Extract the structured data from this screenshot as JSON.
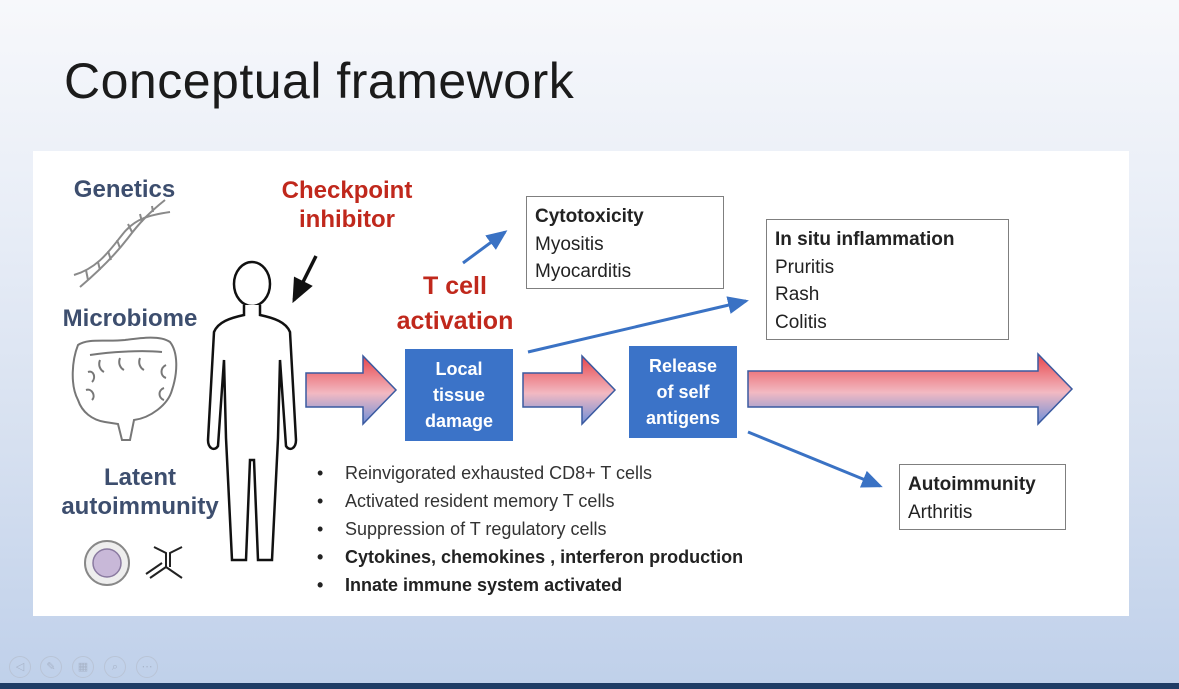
{
  "slide": {
    "title": "Conceptual framework"
  },
  "factors": {
    "genetics": "Genetics",
    "microbiome": "Microbiome",
    "latent_line1": "Latent",
    "latent_line2": "autoimmunity"
  },
  "checkpoint": {
    "line1": "Checkpoint",
    "line2": "inhibitor"
  },
  "tcell": {
    "line1": "T cell",
    "line2": "activation"
  },
  "boxes": {
    "local": [
      "Local",
      "tissue",
      "damage"
    ],
    "release": [
      "Release",
      "of self",
      "antigens"
    ]
  },
  "outcomes": {
    "cytotoxicity": {
      "title": "Cytotoxicity",
      "items": [
        "Myositis",
        "Myocarditis"
      ]
    },
    "insitu": {
      "title": "In situ inflammation",
      "items": [
        "Pruritis",
        "Rash",
        "Colitis"
      ]
    },
    "autoimmunity": {
      "title": "Autoimmunity",
      "items": [
        "Arthritis"
      ]
    }
  },
  "mechanisms": [
    {
      "text": "Reinvigorated exhausted CD8+ T cells",
      "bold": false
    },
    {
      "text": "Activated resident memory T cells",
      "bold": false
    },
    {
      "text": "Suppression of T regulatory cells",
      "bold": false
    },
    {
      "text": "Cytokines, chemokines , interferon production",
      "bold": true
    },
    {
      "text": "Innate immune system activated",
      "bold": true
    }
  ],
  "icons": [
    "dna-icon",
    "intestine-icon",
    "human-silhouette-icon",
    "cell-icon",
    "antibody-icon"
  ],
  "colors": {
    "box_blue": "#3b73c8",
    "arrow_blue": "#3a72c4",
    "arrow_red": "#e8454a",
    "red_text": "#c0281c",
    "navy_text": "#3d4e6e"
  }
}
